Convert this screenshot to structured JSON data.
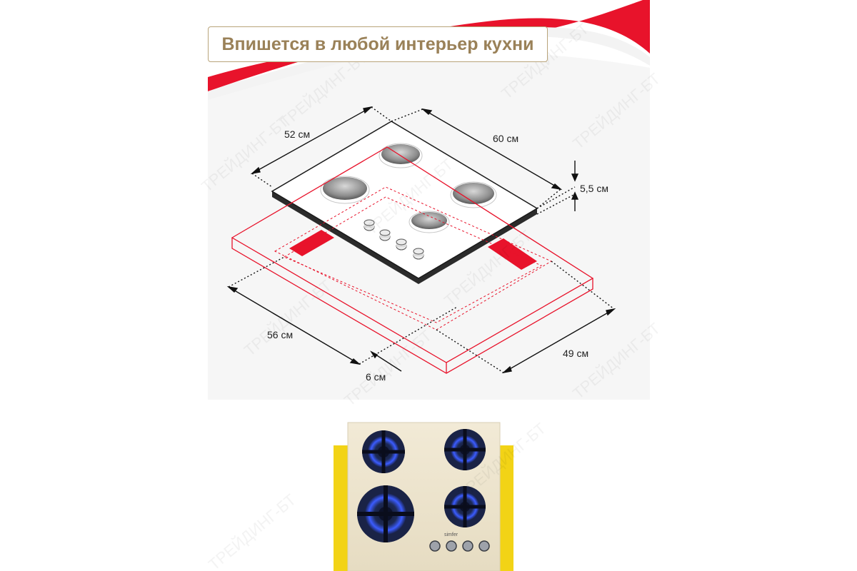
{
  "title": "Впишется в любой интерьер кухни",
  "dimensions": {
    "depth": "52 см",
    "width": "60 см",
    "height": "5,5 см",
    "cutout_width": "56 см",
    "cutout_depth": "49 см",
    "gap": "6 см"
  },
  "watermark": "ТРЕЙДИНГ-БТ",
  "brand_mark": "simfer",
  "colors": {
    "accent_red": "#e8132b",
    "title_text": "#9a8158",
    "title_border": "#b9a47a",
    "photo_frame": "#f2d316",
    "panel_beige": "#ede4cc",
    "burner_ring": "#2a3a66",
    "flame_blue": "#3b5cff"
  },
  "icons": [
    "gas-hob-diagram",
    "gas-hob-photo"
  ]
}
